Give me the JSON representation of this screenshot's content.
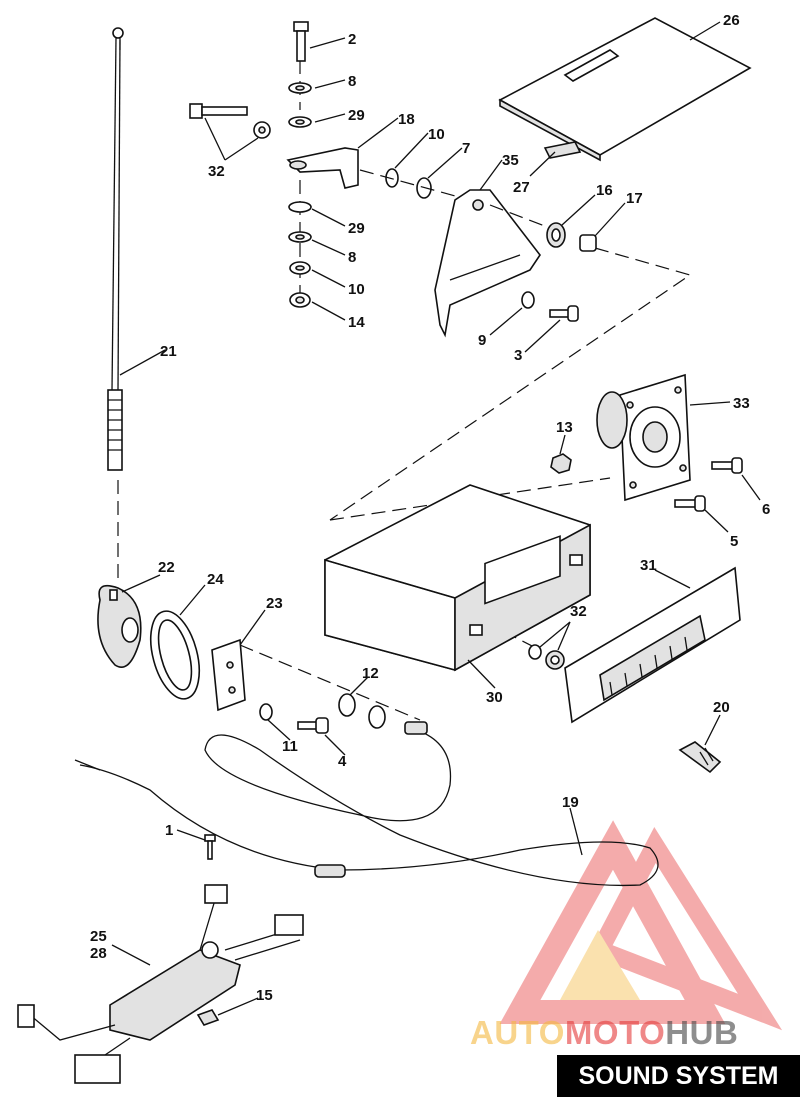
{
  "title": "SOUND SYSTEM",
  "watermark": {
    "text_part1": "AUTO",
    "text_part2": "MOTO",
    "text_part3": "HUB",
    "colors": {
      "part1": "#f5b840",
      "part2": "#e53a3a",
      "part3": "#444444"
    }
  },
  "part_labels": {
    "p1": "1",
    "p2": "2",
    "p3": "3",
    "p4": "4",
    "p5": "5",
    "p6": "6",
    "p7": "7",
    "p8a": "8",
    "p8b": "8",
    "p9": "9",
    "p10a": "10",
    "p10b": "10",
    "p11": "11",
    "p12": "12",
    "p13": "13",
    "p14": "14",
    "p15": "15",
    "p16": "16",
    "p17": "17",
    "p18": "18",
    "p19": "19",
    "p20": "20",
    "p21": "21",
    "p22": "22",
    "p23": "23",
    "p24": "24",
    "p25": "25",
    "p26": "26",
    "p27": "27",
    "p28": "28",
    "p29a": "29",
    "p29b": "29",
    "p30": "30",
    "p31": "31",
    "p32a": "32",
    "p32b": "32",
    "p33": "33",
    "p35": "35"
  }
}
